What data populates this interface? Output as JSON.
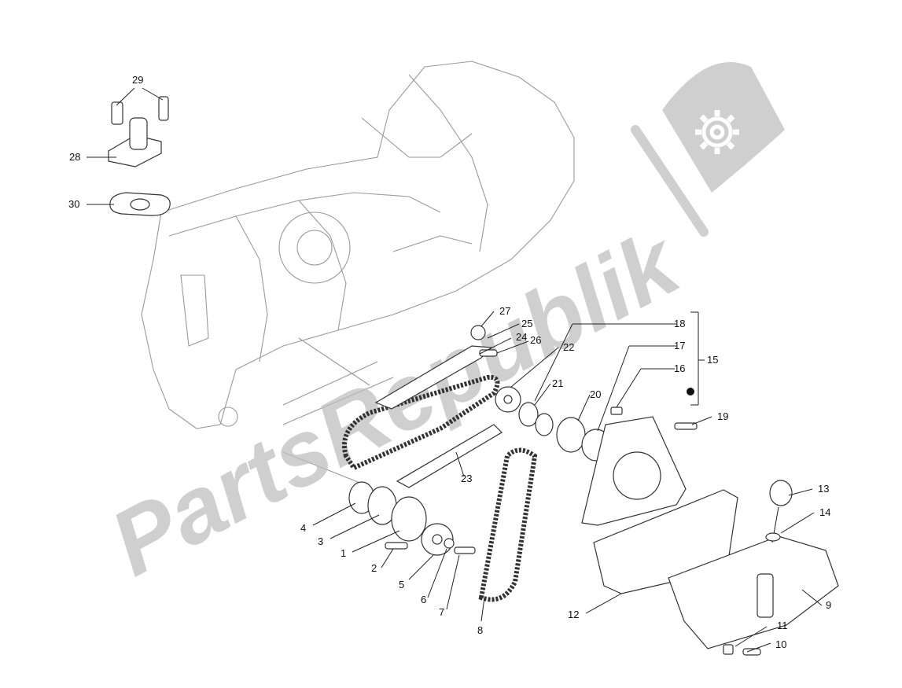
{
  "watermark": {
    "text": "PartsRepublik",
    "color": "#bdbdbd",
    "logo_icon": "gear-flag-icon"
  },
  "callouts": [
    {
      "id": "c1",
      "label": "1"
    },
    {
      "id": "c2",
      "label": "2"
    },
    {
      "id": "c3",
      "label": "3"
    },
    {
      "id": "c4",
      "label": "4"
    },
    {
      "id": "c5",
      "label": "5"
    },
    {
      "id": "c6",
      "label": "6"
    },
    {
      "id": "c7",
      "label": "7"
    },
    {
      "id": "c8",
      "label": "8"
    },
    {
      "id": "c9",
      "label": "9"
    },
    {
      "id": "c10",
      "label": "10"
    },
    {
      "id": "c11",
      "label": "11"
    },
    {
      "id": "c12",
      "label": "12"
    },
    {
      "id": "c13",
      "label": "13"
    },
    {
      "id": "c14",
      "label": "14"
    },
    {
      "id": "c15",
      "label": "15"
    },
    {
      "id": "c16",
      "label": "16"
    },
    {
      "id": "c17",
      "label": "17"
    },
    {
      "id": "c18",
      "label": "18"
    },
    {
      "id": "c19",
      "label": "19"
    },
    {
      "id": "c20",
      "label": "20"
    },
    {
      "id": "c21",
      "label": "21"
    },
    {
      "id": "c22",
      "label": "22"
    },
    {
      "id": "c23",
      "label": "23"
    },
    {
      "id": "c24",
      "label": "24"
    },
    {
      "id": "c25",
      "label": "25"
    },
    {
      "id": "c26",
      "label": "26"
    },
    {
      "id": "c27",
      "label": "27"
    },
    {
      "id": "c28",
      "label": "28"
    },
    {
      "id": "c29",
      "label": "29"
    },
    {
      "id": "c30",
      "label": "30"
    }
  ]
}
